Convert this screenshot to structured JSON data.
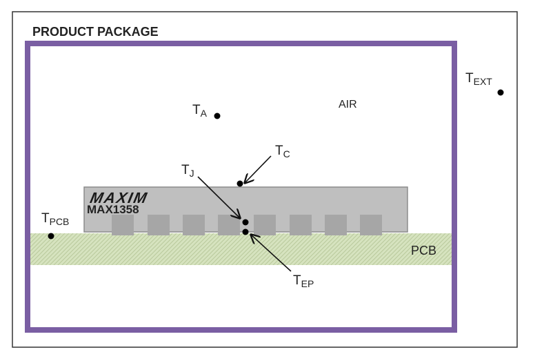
{
  "title": "PRODUCT PACKAGE",
  "regions": {
    "air": "AIR",
    "pcb": "PCB"
  },
  "chip": {
    "brand": "MAXIM",
    "model": "MAX1358"
  },
  "temperature_points": [
    {
      "id": "ta",
      "main": "T",
      "sub": "A"
    },
    {
      "id": "text",
      "main": "T",
      "sub": "EXT"
    },
    {
      "id": "tc",
      "main": "T",
      "sub": "C"
    },
    {
      "id": "tj",
      "main": "T",
      "sub": "J"
    },
    {
      "id": "tpcb",
      "main": "T",
      "sub": "PCB"
    },
    {
      "id": "tep",
      "main": "T",
      "sub": "EP"
    }
  ],
  "colors": {
    "package_border": "#7a5ea3",
    "chip_body": "#bfbfbf",
    "chip_pins": "#a6a6a6",
    "pcb_fill": "#d6e3bf"
  }
}
